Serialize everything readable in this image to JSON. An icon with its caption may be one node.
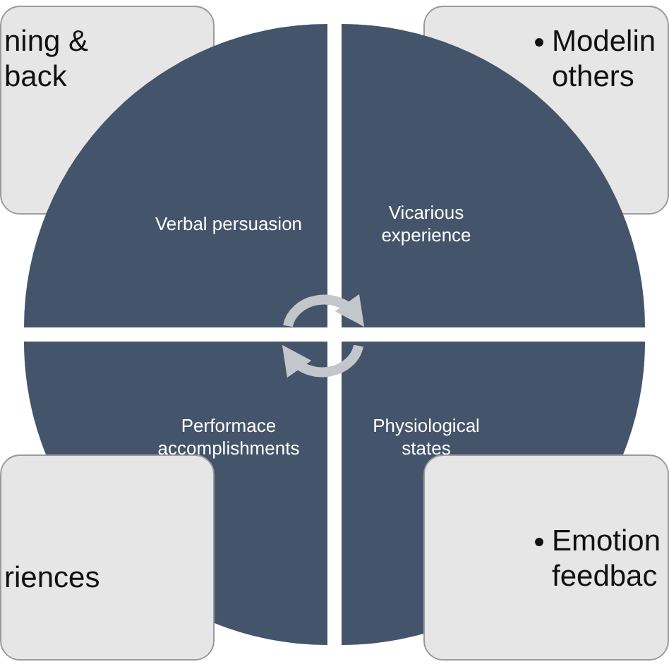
{
  "diagram": {
    "nodes": [
      {
        "text": [
          "ning & back"
        ]
      },
      {
        "text": [
          "Modelin others"
        ]
      },
      {
        "text": [
          "Verbal persuasion"
        ]
      },
      {
        "text": [
          "Vicarious experience"
        ]
      },
      {
        "text": [
          "Performace accomplishments"
        ]
      },
      {
        "text": [
          "Physiological states"
        ]
      },
      {
        "text": [
          "riences"
        ]
      },
      {
        "text": [
          "Emotion feedbac"
        ]
      }
    ],
    "edges": [
      {
        "from": 2,
        "to": 3,
        "arrow": "to"
      },
      {
        "from": 5,
        "to": 4,
        "arrow": "to"
      }
    ]
  }
}
